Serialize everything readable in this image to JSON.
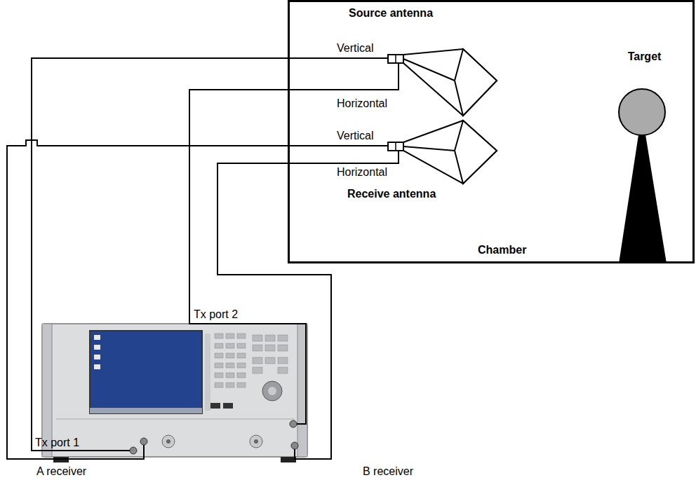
{
  "diagram": {
    "nodes": [
      {
        "text": [
          "Chamber"
        ]
      },
      {
        "text": [
          "Source antenna"
        ],
        "in": 0
      },
      {
        "text": [
          "Target"
        ],
        "in": 0
      },
      {
        "text": [
          "Receive antenna"
        ],
        "in": 0
      }
    ],
    "labels": [
      "Vertical",
      "Horizontal",
      "Vertical",
      "Horizontal",
      "Tx port 2",
      "Tx port 1",
      "A receiver",
      "B receiver"
    ]
  }
}
